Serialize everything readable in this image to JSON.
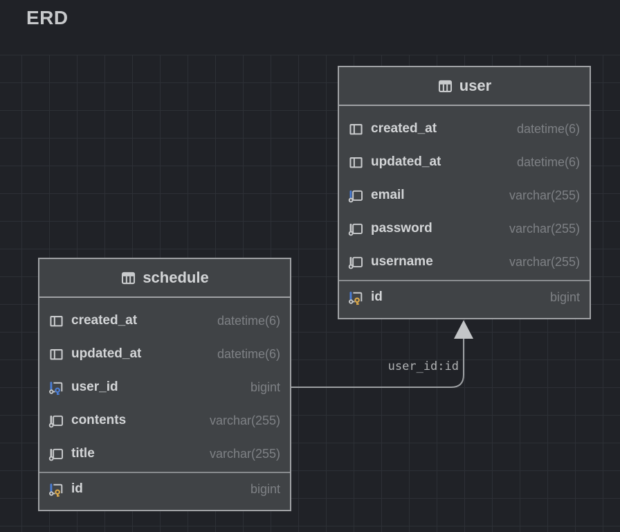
{
  "page": {
    "title": "ERD"
  },
  "colors": {
    "background": "#202227",
    "grid_line": "#2d3036",
    "table_fill": "#404346",
    "table_border": "#a0a2a5",
    "column_name_text": "#d3d5d7",
    "column_type_text": "#7e8185",
    "icon_gray": "#c9cbcd",
    "icon_blue": "#4a7dd6",
    "icon_gold": "#d9a74a",
    "edge_line": "#9da0a3",
    "edge_label_text": "#b1b3b5"
  },
  "tables": [
    {
      "name": "user",
      "columns": [
        {
          "name": "created_at",
          "type": "datetime(6)",
          "icon": "column-icon"
        },
        {
          "name": "updated_at",
          "type": "datetime(6)",
          "icon": "column-icon"
        },
        {
          "name": "email",
          "type": "varchar(255)",
          "icon": "unique-indexed-column-icon"
        },
        {
          "name": "password",
          "type": "varchar(255)",
          "icon": "indexed-column-icon"
        },
        {
          "name": "username",
          "type": "varchar(255)",
          "icon": "indexed-column-icon"
        },
        {
          "name": "id",
          "type": "bigint",
          "icon": "primary-key-icon",
          "separator_above": true
        }
      ]
    },
    {
      "name": "schedule",
      "columns": [
        {
          "name": "created_at",
          "type": "datetime(6)",
          "icon": "column-icon"
        },
        {
          "name": "updated_at",
          "type": "datetime(6)",
          "icon": "column-icon"
        },
        {
          "name": "user_id",
          "type": "bigint",
          "icon": "foreign-key-icon"
        },
        {
          "name": "contents",
          "type": "varchar(255)",
          "icon": "indexed-column-icon"
        },
        {
          "name": "title",
          "type": "varchar(255)",
          "icon": "indexed-column-icon"
        },
        {
          "name": "id",
          "type": "bigint",
          "icon": "primary-key-icon",
          "separator_above": true
        }
      ]
    }
  ],
  "relationship": {
    "label": "user_id:id",
    "from_table": "schedule",
    "from_column": "user_id",
    "to_table": "user",
    "to_column": "id"
  }
}
